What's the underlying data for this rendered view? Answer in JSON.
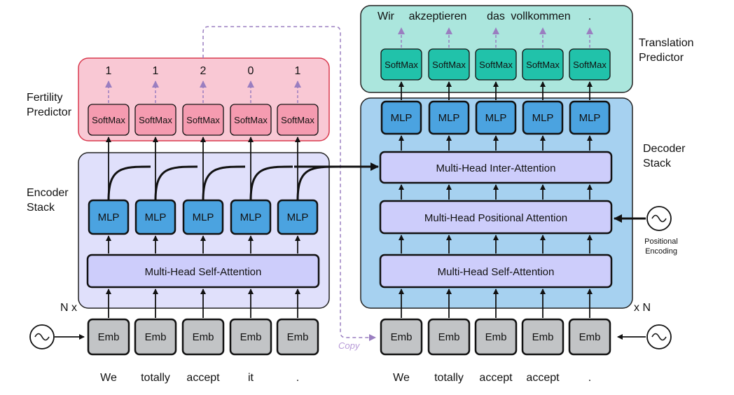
{
  "colors": {
    "fertility_panel": "#f9c8d4",
    "fertility_border": "#d93a4f",
    "fertility_softmax": "#f59bb0",
    "translation_panel": "#abe6dd",
    "translation_softmax": "#21c2aa",
    "encoder_panel": "#e0e0fb",
    "decoder_panel": "#a6d1f0",
    "attention_box": "#cdcdfb",
    "mlp_box": "#4ba3e0",
    "emb_box": "#c2c4c6",
    "dashed_arrow": "#9a7ec0"
  },
  "fertility": {
    "title_line1": "Fertility",
    "title_line2": "Predictor",
    "values": [
      "1",
      "1",
      "2",
      "0",
      "1"
    ],
    "softmax_label": "SoftMax"
  },
  "translation": {
    "title_line1": "Translation",
    "title_line2": "Predictor",
    "output_words": [
      "Wir",
      "akzeptieren",
      "das",
      "vollkommen",
      "."
    ],
    "softmax_label": "SoftMax"
  },
  "encoder": {
    "title_line1": "Encoder",
    "title_line2": "Stack",
    "mlp_label": "MLP",
    "self_attention_label": "Multi-Head Self-Attention",
    "repeat_label": "N x"
  },
  "decoder": {
    "title_line1": "Decoder",
    "title_line2": "Stack",
    "mlp_label": "MLP",
    "inter_attention_label": "Multi-Head Inter-Attention",
    "positional_attention_label": "Multi-Head Positional Attention",
    "self_attention_label": "Multi-Head Self-Attention",
    "repeat_label": "x N"
  },
  "embedding": {
    "label": "Emb"
  },
  "positional_encoding": {
    "line1": "Positional",
    "line2": "Encoding",
    "symbol": "~"
  },
  "copy_label": "Copy",
  "source_words": [
    "We",
    "totally",
    "accept",
    "it",
    "."
  ],
  "decoder_input_words": [
    "We",
    "totally",
    "accept",
    "accept",
    "."
  ],
  "icons": {
    "sine_circle": "sine-wave-circle-icon",
    "arrow": "arrow-icon"
  }
}
